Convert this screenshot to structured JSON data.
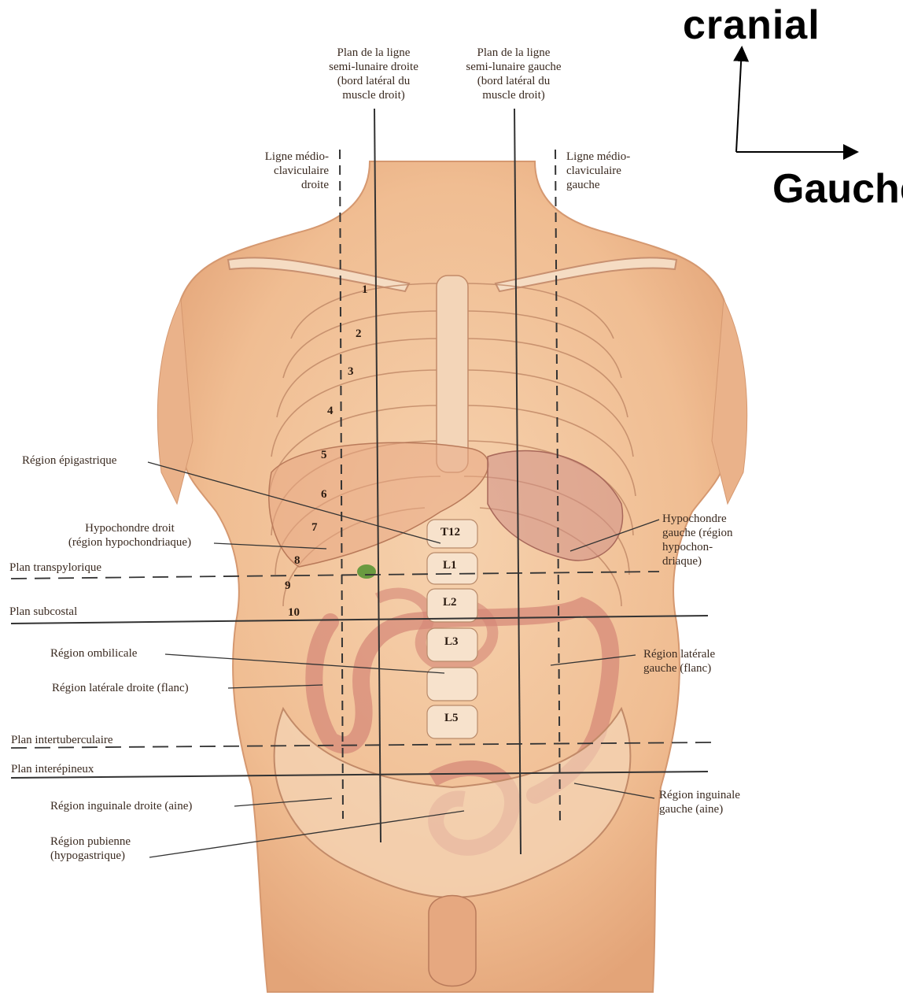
{
  "orientation": {
    "up_label": "cranial",
    "right_label": "Gauche"
  },
  "vertical_lines": {
    "semilunaire_droite": "Plan de la ligne\nsemi-lunaire droite\n(bord latéral du\nmuscle droit)",
    "semilunaire_gauche": "Plan de la ligne\nsemi-lunaire gauche\n(bord latéral du\nmuscle droit)",
    "medioclav_droite": "Ligne médio-\nclaviculaire\ndroite",
    "medioclav_gauche": "Ligne médio-\nclaviculaire\ngauche"
  },
  "planes": {
    "transpylorique": "Plan transpylorique",
    "subcostal": "Plan subcostal",
    "intertuberculaire": "Plan intertuberculaire",
    "interepineux": "Plan interépineux"
  },
  "regions_right_side": {
    "epigastrique": "Région épigastrique",
    "hypochondre_droit": "Hypochondre droit\n(région hypochondriaque)",
    "ombilicale": "Région ombilicale",
    "laterale_droite": "Région latérale droite (flanc)",
    "inguinale_droite": "Région inguinale droite (aine)",
    "pubienne": "Région pubienne\n(hypogastrique)"
  },
  "regions_left_side": {
    "hypochondre_gauche": "Hypochondre\ngauche (région\nhypochon-\ndriaque)",
    "laterale_gauche": "Région latérale\ngauche (flanc)",
    "inguinale_gauche": "Région inguinale\ngauche (aine)"
  },
  "ribs": [
    "1",
    "2",
    "3",
    "4",
    "5",
    "6",
    "7",
    "8",
    "9",
    "10"
  ],
  "vertebrae": [
    "T12",
    "L1",
    "L2",
    "L3",
    "L5"
  ],
  "colors": {
    "skin": "#f2c29a",
    "skin_shadow": "#e0a67c",
    "bone": "#f6dcc0",
    "intestine": "#d98a7a",
    "gallbladder": "#6a9a40",
    "line": "#333333"
  }
}
